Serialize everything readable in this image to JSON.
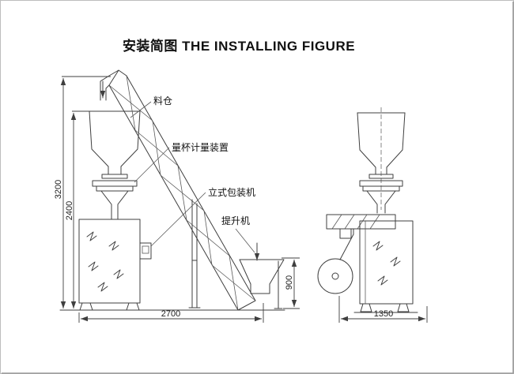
{
  "page": {
    "title": "安装简图 THE INSTALLING FIGURE"
  },
  "labels": {
    "hopper": "料仓",
    "measuring_device": "量杯计量装置",
    "packing_machine": "立式包装机",
    "elevator": "提升机"
  },
  "dimensions": {
    "overall_height": "3200",
    "machine_height": "2400",
    "feed_hopper_height": "900",
    "front_width": "2700",
    "side_width": "1350"
  }
}
